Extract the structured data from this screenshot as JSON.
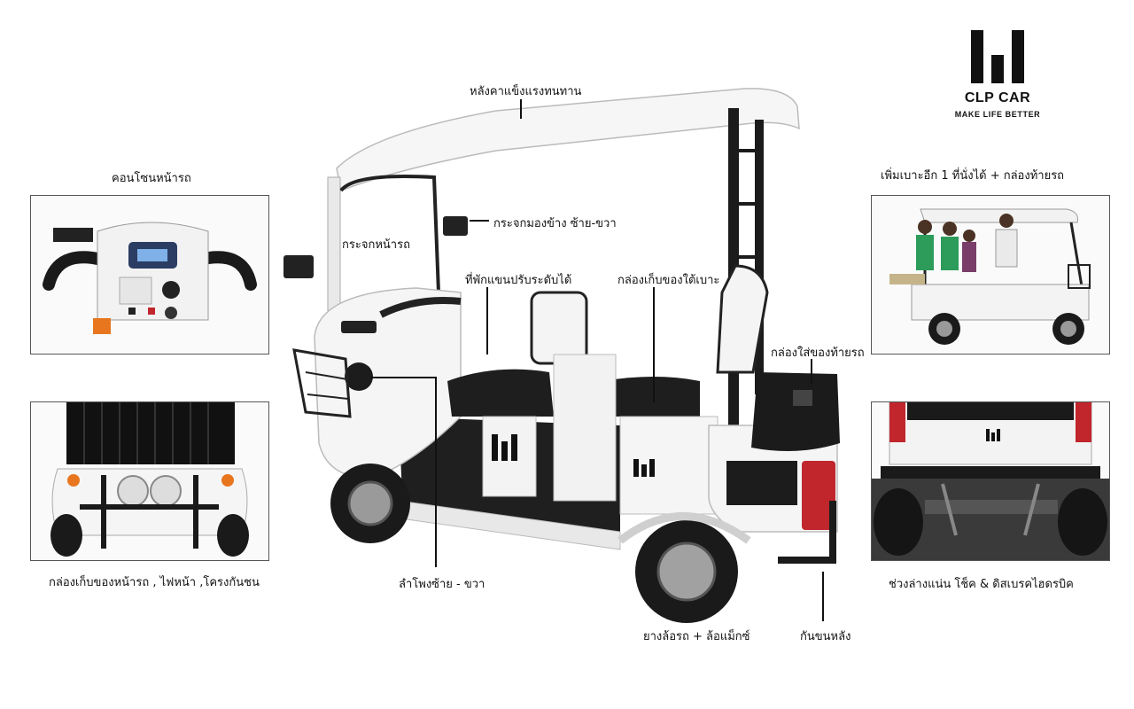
{
  "brand": {
    "name": "CLP CAR",
    "tagline": "MAKE LIFE BETTER",
    "logo_icon": "clp-bars-logo"
  },
  "labels": {
    "roof": "หลังคาแข็งแรงทนทาน",
    "console": "คอนโซนหน้ารถ",
    "side_mirror": "กระจกมองข้าง ซ้าย-ขวา",
    "windshield": "กระจกหน้ารถ",
    "armrest": "ที่พักแขนปรับระดับได้",
    "under_seat_box": "กล่องเก็บของใต้เบาะ",
    "rear_box": "กล่องใส่ของท้ายรถ",
    "extra_seat": "เพิ่มเบาะอีก 1 ที่นั่งได้ + กล่องท้ายรถ",
    "front_box": "กล่องเก็บของหน้ารถ , ไฟหน้า ,โครงกันชน",
    "speakers": "ลำโพงซ้าย - ขวา",
    "tires": "ยางล้อรถ + ล้อแม็กซ์",
    "rear_bumper": "กันขนหลัง",
    "underside": "ช่วงล่างแน่น โช็ค & ดิสเบรคไฮดรบิค"
  },
  "colors": {
    "body": "#f4f4f4",
    "trim": "#1a1a1a",
    "tail_light": "#c0262c",
    "indicator": "#e8761e"
  }
}
